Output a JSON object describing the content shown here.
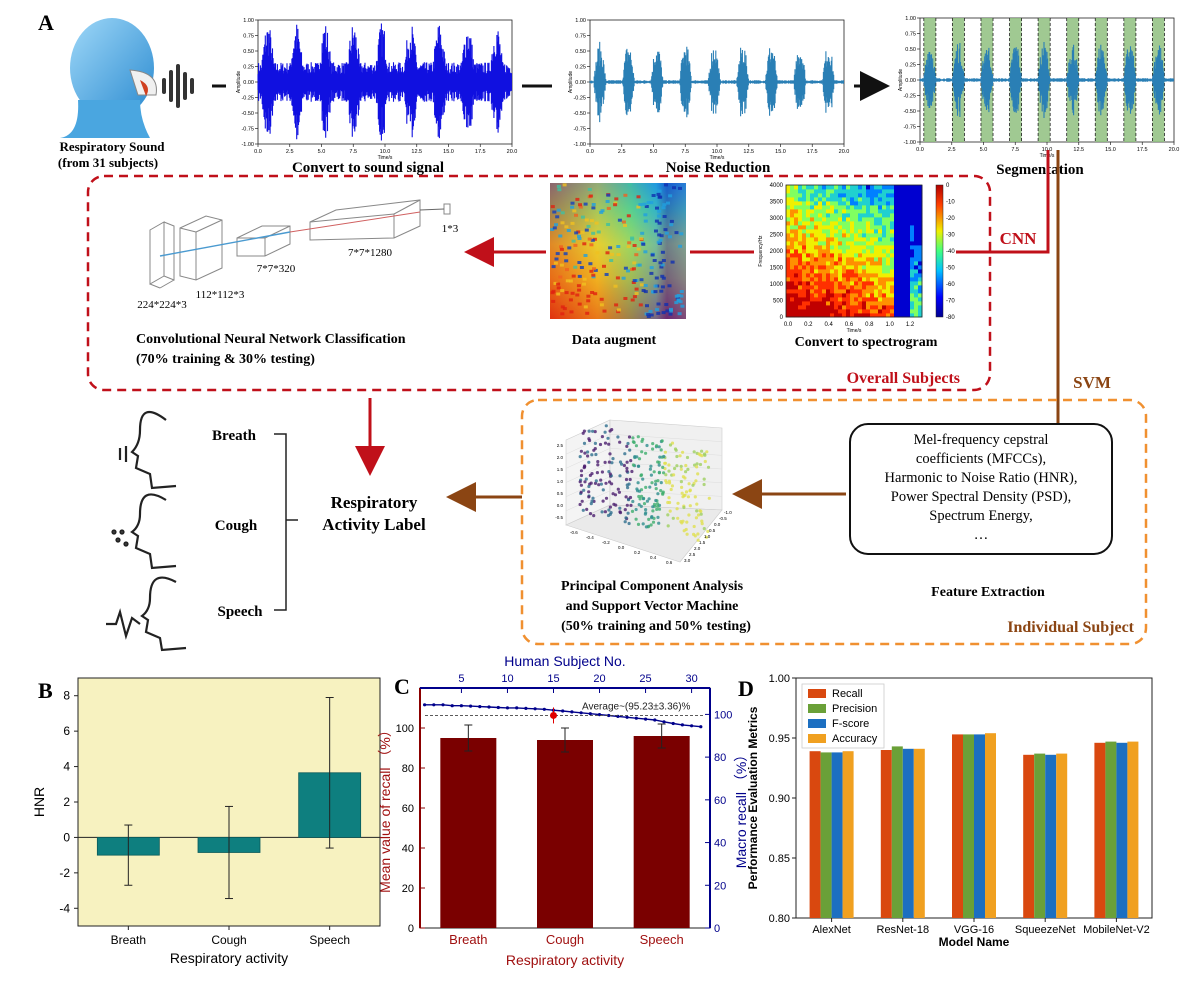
{
  "panel_letters": {
    "a": "A",
    "b": "B",
    "c": "C",
    "d": "D"
  },
  "top": {
    "respiratory_sound": "Respiratory Sound",
    "subjects": "(from 31 subjects)",
    "convert_sound": "Convert to sound signal",
    "noise_reduction": "Noise Reduction",
    "segmentation": "Segmentation",
    "amplitude_label": "Amplitude",
    "time_label": "Time/s",
    "wave_yticks": [
      "1.00",
      "0.75",
      "0.50",
      "0.25",
      "0.00",
      "-0.25",
      "-0.50",
      "-0.75",
      "-1.00"
    ],
    "wave_xticks": [
      "0.0",
      "2.5",
      "5.0",
      "7.5",
      "10.0",
      "12.5",
      "15.0",
      "17.5",
      "20.0"
    ]
  },
  "overall": {
    "cnn_label": "CNN",
    "svm_label": "SVM",
    "title": "Overall Subjects",
    "dim_224": "224*224*3",
    "dim_112": "112*112*3",
    "dim_7_320": "7*7*320",
    "dim_7_1280": "7*7*1280",
    "dim_1_3": "1*3",
    "cnn_caption_1": "Convolutional Neural Network Classification",
    "cnn_caption_2": "(70% training & 30% testing)",
    "data_augment": "Data augment",
    "convert_spectrogram": "Convert to spectrogram",
    "spec_ylabel": "Frequency/Hz",
    "spec_xlabel": "Time/s",
    "spec_yticks": [
      "4000",
      "3500",
      "3000",
      "2500",
      "2000",
      "1500",
      "1000",
      "500",
      "0"
    ],
    "spec_xticks": [
      "0.0",
      "0.2",
      "0.4",
      "0.6",
      "0.8",
      "1.0",
      "1.2"
    ],
    "cbar_ticks": [
      "0",
      "-10",
      "-20",
      "-30",
      "-40",
      "-50",
      "-60",
      "-70",
      "-80"
    ]
  },
  "activities": {
    "breath": "Breath",
    "cough": "Cough",
    "speech": "Speech",
    "label_1": "Respiratory",
    "label_2": "Activity Label"
  },
  "individual": {
    "title": "Individual Subject",
    "features": [
      "Mel-frequency cepstral",
      "coefficients (MFCCs),",
      "Harmonic to Noise Ratio (HNR),",
      "Power Spectral Density (PSD),",
      "Spectrum Energy,",
      "…"
    ],
    "feature_extraction": "Feature Extraction",
    "pca_1": "Principal Component Analysis",
    "pca_2": "and Support Vector Machine",
    "pca_3": "(50% training and 50% testing)",
    "scatter_zticks": [
      "2.5",
      "2.0",
      "1.5",
      "1.0",
      "0.5",
      "0.0",
      "-0.5"
    ],
    "scatter_xticks": [
      "-0.6",
      "-0.4",
      "-0.2",
      "0.0",
      "0.2",
      "0.4",
      "0.6"
    ],
    "scatter_yticks": [
      "3.0",
      "2.5",
      "2.0",
      "1.5",
      "1.0",
      "0.5",
      "0.0",
      "-0.5",
      "-1.0"
    ]
  },
  "chart_data": [
    {
      "type": "bar",
      "panel": "B",
      "categories": [
        "Breath",
        "Cough",
        "Speech"
      ],
      "values": [
        -1.0,
        -0.85,
        3.65
      ],
      "error": [
        1.7,
        2.6,
        4.25
      ],
      "xlabel": "Respiratory activity",
      "ylabel": "HNR",
      "ylim": [
        -5,
        9
      ],
      "yticks": [
        "8",
        "6",
        "4",
        "2",
        "0",
        "-2",
        "-4"
      ],
      "bar_color": "#0e7f7f",
      "background": "#f7f2c0"
    },
    {
      "type": "bar",
      "panel": "C",
      "categories": [
        "Breath",
        "Cough",
        "Speech"
      ],
      "values": [
        95,
        94,
        96
      ],
      "error": [
        6.5,
        6,
        6
      ],
      "xlabel": "Respiratory activity",
      "ylabel": "Mean value of recall （%）",
      "ylim": [
        0,
        120
      ],
      "yticks": [
        "100",
        "80",
        "60",
        "40",
        "20",
        "0"
      ],
      "bar_color": "#7a0000",
      "secondary": {
        "title": "Human Subject No.",
        "top_ticks": [
          "5",
          "10",
          "15",
          "20",
          "25",
          "30"
        ],
        "ylabel": "Macro recall （%）",
        "right_ticks": [
          "100",
          "80",
          "60",
          "40",
          "20",
          "0"
        ],
        "line_values": [
          100,
          100,
          100,
          99.6,
          99.6,
          99.4,
          99.2,
          99,
          98.8,
          98.6,
          98.6,
          98.4,
          98.2,
          98,
          97.6,
          97.2,
          96.8,
          96.4,
          96,
          95.6,
          95.2,
          94.8,
          94.4,
          94,
          93.6,
          93.2,
          92.4,
          91.6,
          91,
          90.6,
          90.2
        ],
        "average_label": "Average~(95.23±3.36)%",
        "average_value": 95.23,
        "average_marker_x": 15,
        "color": "#00008b",
        "marker_color": "#e00000"
      }
    },
    {
      "type": "bar",
      "panel": "D",
      "categories": [
        "AlexNet",
        "ResNet-18",
        "VGG-16",
        "SqueezeNet",
        "MobileNet-V2"
      ],
      "series": [
        {
          "name": "Recall",
          "values": [
            0.939,
            0.94,
            0.953,
            0.936,
            0.946
          ],
          "color": "#d9480f"
        },
        {
          "name": "Precision",
          "values": [
            0.938,
            0.943,
            0.953,
            0.937,
            0.947
          ],
          "color": "#6aa038"
        },
        {
          "name": "F-score",
          "values": [
            0.938,
            0.941,
            0.953,
            0.936,
            0.946
          ],
          "color": "#1c6fc1"
        },
        {
          "name": "Accuracy",
          "values": [
            0.939,
            0.941,
            0.954,
            0.937,
            0.947
          ],
          "color": "#f0a020"
        }
      ],
      "xlabel": "Model Name",
      "ylabel": "Performance Evaluation Metrics",
      "ylim": [
        0.8,
        1.0
      ],
      "yticks": [
        "1.00",
        "0.95",
        "0.90",
        "0.85",
        "0.80"
      ]
    }
  ]
}
